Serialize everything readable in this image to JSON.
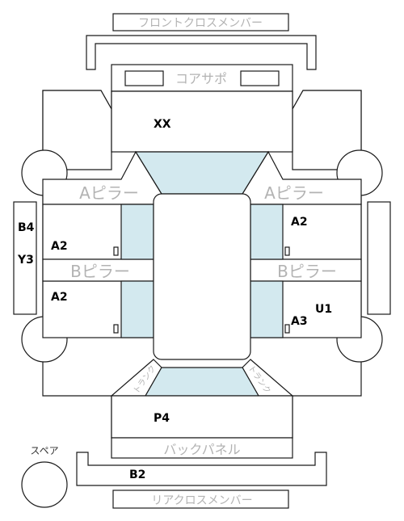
{
  "labels": {
    "front_cross_member": "フロントクロスメンバー",
    "core_support": "コアサポ",
    "a_pillar_left": "Aピラー",
    "a_pillar_right": "Aピラー",
    "b_pillar_left": "Bピラー",
    "b_pillar_right": "Bピラー",
    "back_panel": "バックパネル",
    "rear_cross_member": "リアクロスメンバー",
    "spare": "スペア",
    "trunk_left": "トランク",
    "trunk_right": "トランク"
  },
  "codes": {
    "core_area": "XX",
    "left_sill_1": "B4",
    "left_sill_2": "Y3",
    "front_left_door": "A2",
    "rear_left_door": "A2",
    "front_right_door": "A2",
    "rear_right_door": "A3",
    "right_rear_mark": "U1",
    "trunk": "P4",
    "rear_cross_member": "B2"
  },
  "colors": {
    "glass": "#d3e9ef",
    "line": "#1a1a1a",
    "label_gray": "#b3b3b3"
  }
}
